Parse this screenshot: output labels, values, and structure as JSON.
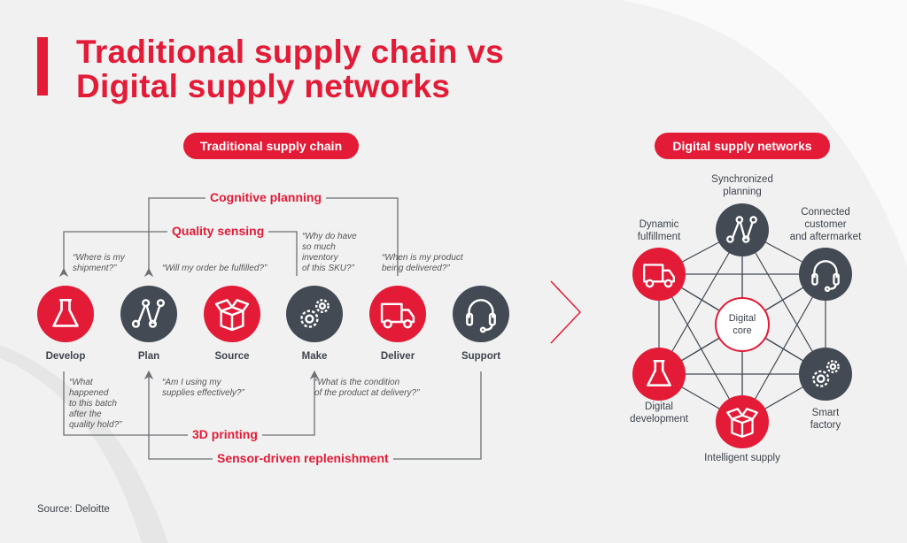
{
  "title": {
    "line1": "Traditional supply chain vs",
    "line2": "Digital supply networks"
  },
  "traditional": {
    "heading": "Traditional supply chain",
    "stages": [
      {
        "label": "Develop",
        "icon": "flask-icon",
        "color": "#e31b37"
      },
      {
        "label": "Plan",
        "icon": "plan-graph-icon",
        "color": "#434a54"
      },
      {
        "label": "Source",
        "icon": "open-box-icon",
        "color": "#e31b37"
      },
      {
        "label": "Make",
        "icon": "gears-icon",
        "color": "#434a54"
      },
      {
        "label": "Deliver",
        "icon": "truck-icon",
        "color": "#e31b37"
      },
      {
        "label": "Support",
        "icon": "headset-icon",
        "color": "#434a54"
      }
    ],
    "flows": {
      "cognitive_planning": "Cognitive planning",
      "quality_sensing": "Quality sensing",
      "printing_3d": "3D printing",
      "sensor_replenishment": "Sensor-driven replenishment"
    },
    "quotes": {
      "shipment": "“Where is my\nshipment?”",
      "order": "“Will my order be fulfilled?”",
      "inventory": "“Why do have\nso much\ninventory\nof this SKU?”",
      "delivery": "“When is my product\nbeing delivered?”",
      "batch": "“What\nhappened\nto this batch\nafter the\nquality hold?”",
      "supplies": "“Am I using my\nsupplies effectively?”",
      "condition": "“What is the condition\nof the product at delivery?”"
    }
  },
  "digital": {
    "heading": "Digital supply networks",
    "core": "Digital\ncore",
    "nodes": [
      {
        "label": "Synchronized\nplanning",
        "icon": "plan-graph-icon",
        "color": "#434a54"
      },
      {
        "label": "Connected\ncustomer\nand aftermarket",
        "icon": "headset-icon",
        "color": "#434a54"
      },
      {
        "label": "Smart\nfactory",
        "icon": "gears-icon",
        "color": "#434a54"
      },
      {
        "label": "Intelligent supply",
        "icon": "open-box-icon",
        "color": "#e31b37"
      },
      {
        "label": "Digital\ndevelopment",
        "icon": "flask-icon",
        "color": "#e31b37"
      },
      {
        "label": "Dynamic\nfulfillment",
        "icon": "truck-icon",
        "color": "#e31b37"
      }
    ]
  },
  "source": "Source: Deloitte",
  "colors": {
    "red": "#e31b37",
    "dark": "#434a54",
    "background": "#f1f1f1"
  }
}
